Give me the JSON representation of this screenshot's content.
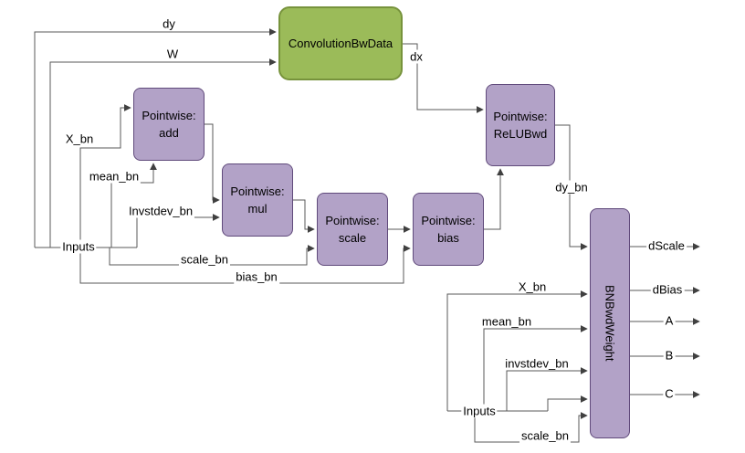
{
  "nodes": {
    "conv": {
      "label": "ConvolutionBwData"
    },
    "add": {
      "line1": "Pointwise:",
      "line2": "add"
    },
    "mul": {
      "line1": "Pointwise:",
      "line2": "mul"
    },
    "scale": {
      "line1": "Pointwise:",
      "line2": "scale"
    },
    "bias": {
      "line1": "Pointwise:",
      "line2": "bias"
    },
    "relu": {
      "line1": "Pointwise:",
      "line2": "ReLUBwd"
    },
    "bnbw": {
      "label": "BNBwdWeight"
    }
  },
  "edge_labels": {
    "dy": "dy",
    "w": "W",
    "dx": "dx",
    "x_bn": "X_bn",
    "mean_bn": "mean_bn",
    "invstdev_bn": "Invstdev_bn",
    "inputs_left": "Inputs",
    "scale_bn": "scale_bn",
    "bias_bn": "bias_bn",
    "dy_bn": "dy_bn",
    "x_bn2": "X_bn",
    "mean_bn2": "mean_bn",
    "invstdev_bn2": "invstdev_bn",
    "inputs_right": "Inputs",
    "scale_bn2": "scale_bn",
    "dscale": "dScale",
    "dbias": "dBias",
    "a": "A",
    "b": "B",
    "c": "C"
  },
  "colors": {
    "conv_fill": "#9bbb59",
    "conv_border": "#77933c",
    "pointwise_fill": "#b2a2c7",
    "pointwise_border": "#604a7b",
    "edge_stroke": "#595959"
  }
}
